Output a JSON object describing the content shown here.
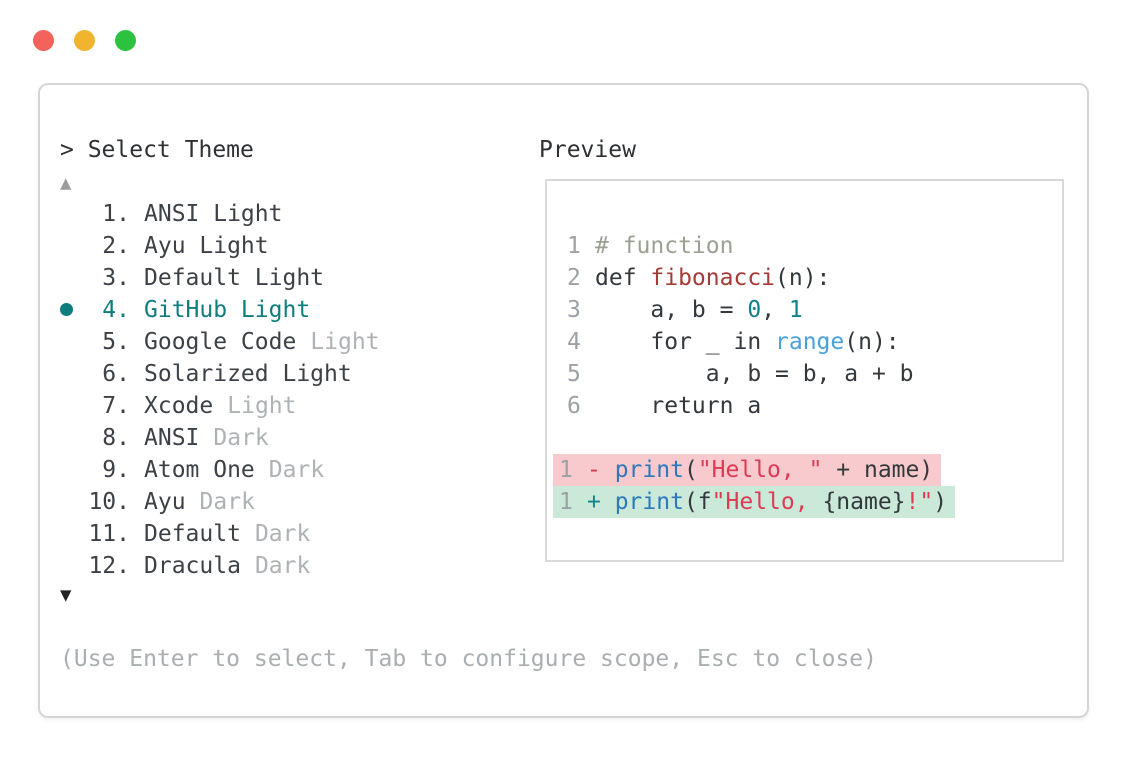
{
  "window": {
    "traffic_light_colors": {
      "close": "#f2635c",
      "minimize": "#f0b42f",
      "zoom": "#2cc240"
    }
  },
  "theme_selector": {
    "title": "> Select Theme",
    "scroll_up_icon": "▲",
    "scroll_down_icon": "▼",
    "selected_color": "#0f7d7d",
    "items": [
      {
        "num": "1.",
        "label": "ANSI Light",
        "muted": "",
        "selected": false
      },
      {
        "num": "2.",
        "label": "Ayu Light",
        "muted": "",
        "selected": false
      },
      {
        "num": "3.",
        "label": "Default Light",
        "muted": "",
        "selected": false
      },
      {
        "num": "4.",
        "label": "GitHub Light",
        "muted": "",
        "selected": true
      },
      {
        "num": "5.",
        "label": "Google Code",
        "muted": "Light",
        "selected": false
      },
      {
        "num": "6.",
        "label": "Solarized Light",
        "muted": "",
        "selected": false
      },
      {
        "num": "7.",
        "label": "Xcode",
        "muted": "Light",
        "selected": false
      },
      {
        "num": "8.",
        "label": "ANSI",
        "muted": "Dark",
        "selected": false
      },
      {
        "num": "9.",
        "label": "Atom One",
        "muted": "Dark",
        "selected": false
      },
      {
        "num": "10.",
        "label": "Ayu",
        "muted": "Dark",
        "selected": false
      },
      {
        "num": "11.",
        "label": "Default",
        "muted": "Dark",
        "selected": false
      },
      {
        "num": "12.",
        "label": "Dracula",
        "muted": "Dark",
        "selected": false
      }
    ],
    "hint": "(Use Enter to select, Tab to configure scope, Esc to close)"
  },
  "preview": {
    "title": "Preview",
    "code": [
      {
        "ln": "1",
        "tokens": [
          {
            "t": "# function"
          }
        ]
      },
      {
        "ln": "2",
        "tokens": [
          {
            "t": "def "
          },
          {
            "t": "fibonacci"
          },
          {
            "t": "(n):"
          }
        ]
      },
      {
        "ln": "3",
        "tokens": [
          {
            "t": "    a, b = "
          },
          {
            "t": "0"
          },
          {
            "t": ", "
          },
          {
            "t": "1"
          }
        ]
      },
      {
        "ln": "4",
        "tokens": [
          {
            "t": "    for _ in "
          },
          {
            "t": "range"
          },
          {
            "t": "(n):"
          }
        ]
      },
      {
        "ln": "5",
        "tokens": [
          {
            "t": "        a, b = b, a + b"
          }
        ]
      },
      {
        "ln": "6",
        "tokens": [
          {
            "t": "    return a"
          }
        ]
      }
    ],
    "diff": [
      {
        "ln": "1",
        "kind": "removed",
        "tokens": [
          {
            "t": "- "
          },
          {
            "t": "print"
          },
          {
            "t": "("
          },
          {
            "t": "\"Hello, \""
          },
          {
            "t": " + name)"
          }
        ]
      },
      {
        "ln": "1",
        "kind": "added",
        "tokens": [
          {
            "t": "+ "
          },
          {
            "t": "print"
          },
          {
            "t": "(f"
          },
          {
            "t": "\"Hello, "
          },
          {
            "t": "{name}"
          },
          {
            "t": "!\""
          },
          {
            "t": ")"
          }
        ]
      }
    ],
    "diff_colors": {
      "removed_bg": "#f8c9cd",
      "added_bg": "#cbe9d9"
    }
  }
}
